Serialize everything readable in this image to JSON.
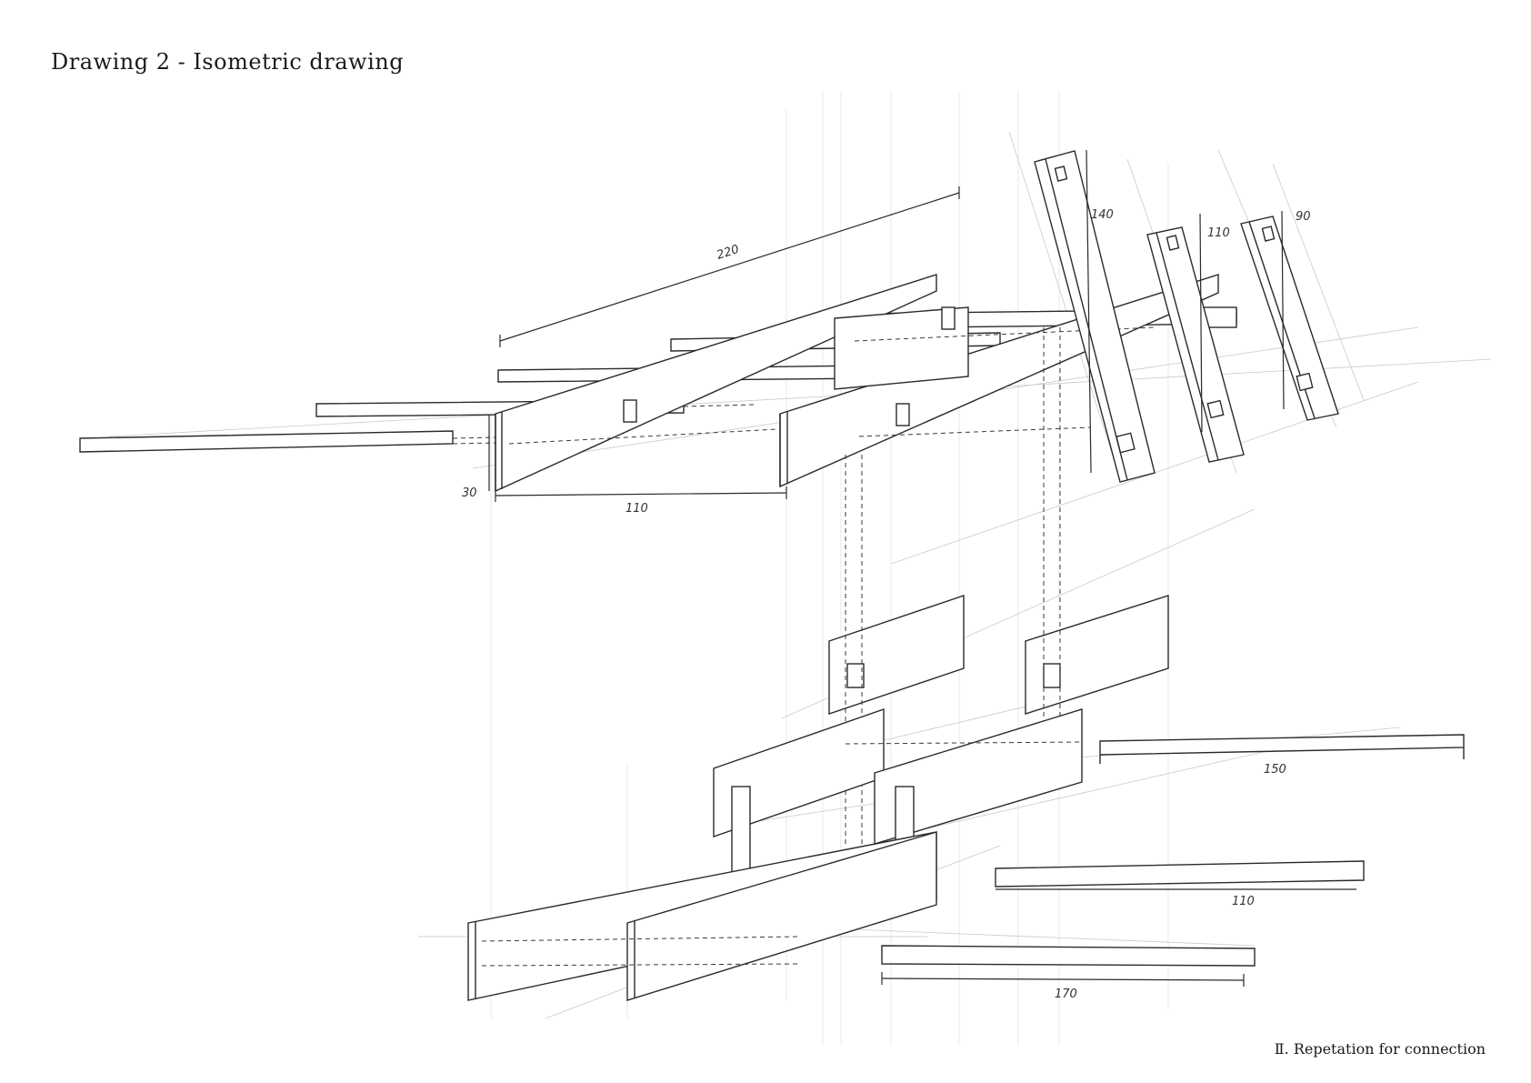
{
  "title": "Drawing 2 - Isometric drawing",
  "caption": "Ⅱ. Repetation for connection",
  "dimensions": {
    "d220": "220",
    "d30": "30",
    "d110_top": "110",
    "d140": "140",
    "d110_post": "110",
    "d90": "90",
    "d150": "150",
    "d110_bottom": "110",
    "d170": "170"
  }
}
